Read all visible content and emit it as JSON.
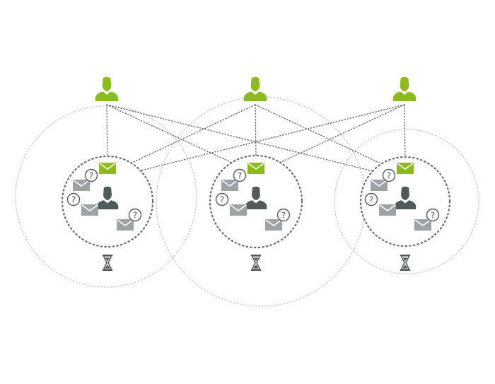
{
  "colors": {
    "accent_green": "#8cbc1c",
    "person_dark": "#505a5c",
    "envelope_gray": "#9da3a5",
    "badge_stroke": "#505a5c",
    "hourglass": "#505a5c",
    "outer_circle": "#c2c2c2",
    "inner_circle": "#6a6a6a",
    "link_line": "#6a6a6a"
  },
  "icons": {
    "top_person": "person-icon",
    "node_person": "person-icon",
    "green_mail": "mail-icon",
    "pending_mail": "mail-question-icon",
    "timer": "hourglass-icon"
  },
  "badge_text": "?",
  "top_people_count": 3,
  "nodes_count": 3,
  "links": "every top person connects to every node"
}
